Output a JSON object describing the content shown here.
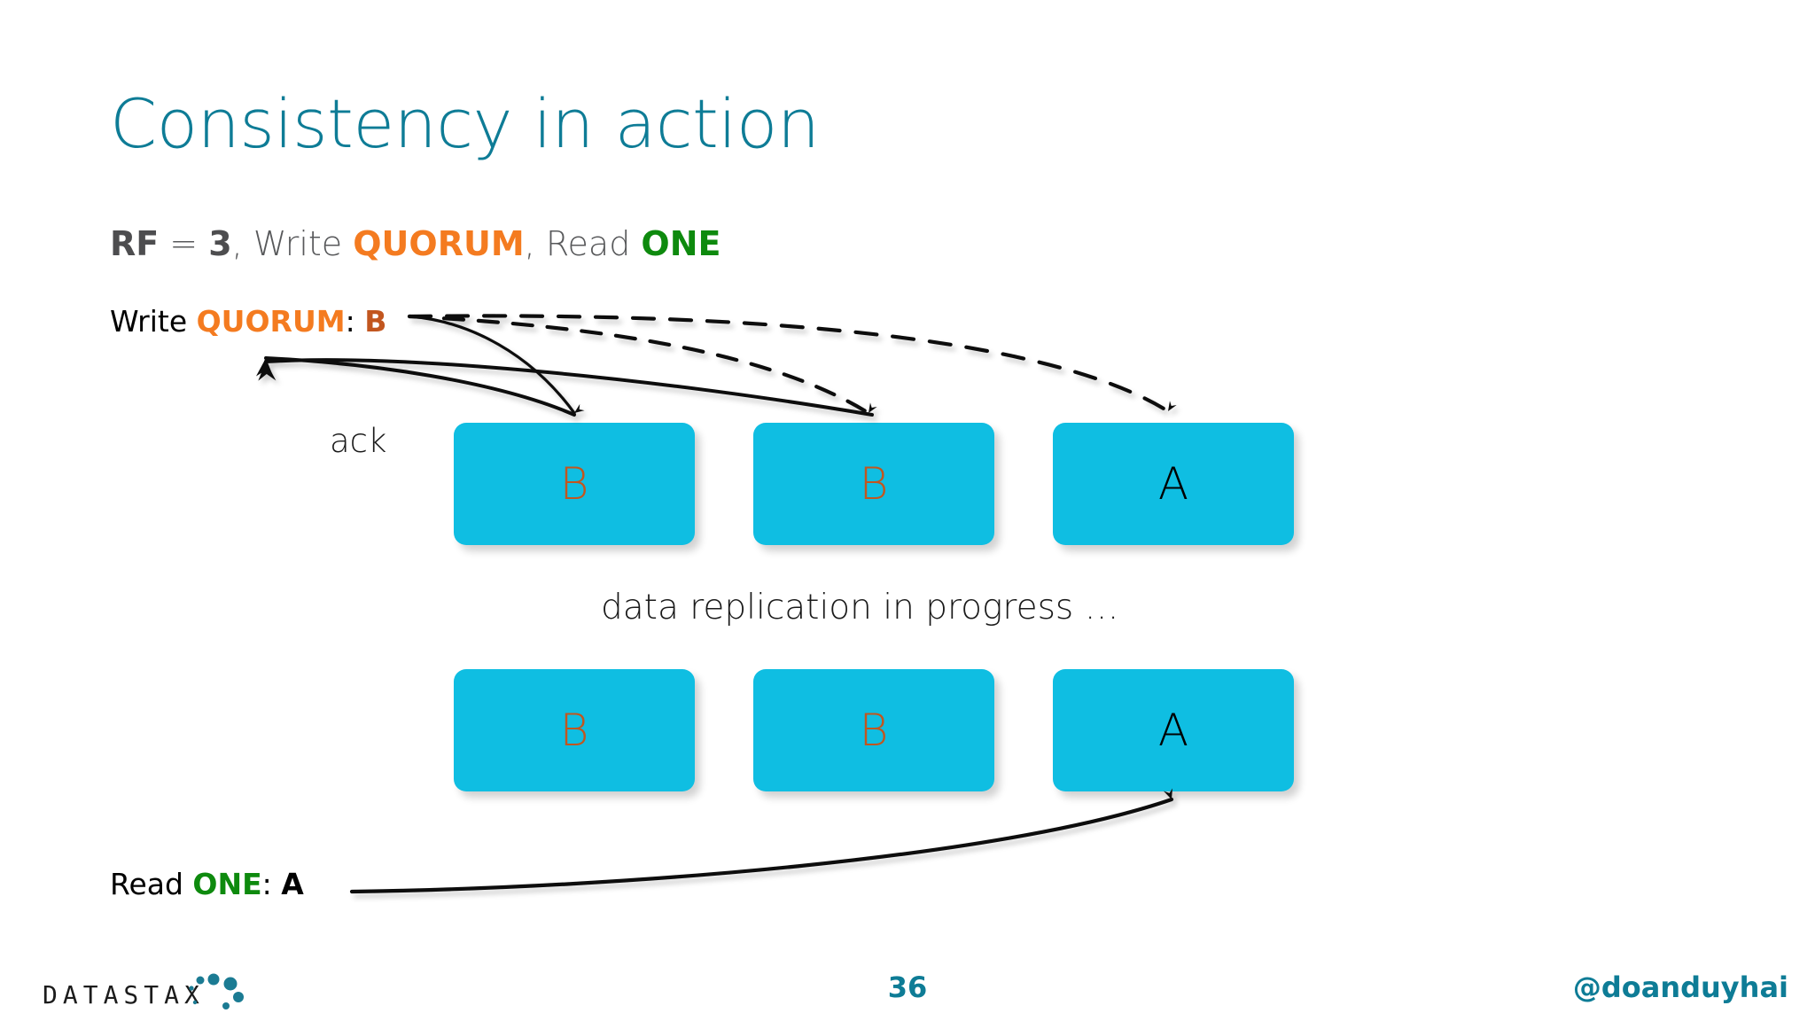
{
  "slide": {
    "title": "Consistency in action",
    "subtitle": {
      "rf_label": "RF",
      "equals": " = ",
      "rf_value": "3",
      "sep1": ", ",
      "write_label": "Write ",
      "write_level": "QUORUM",
      "sep2": ", ",
      "read_label": "Read ",
      "read_level": "ONE",
      "full_text": "RF = 3, Write QUORUM, Read ONE"
    },
    "write_request": {
      "prefix": "Write ",
      "level": "QUORUM",
      "colon": ": ",
      "value": "B",
      "full_text": "Write QUORUM: B"
    },
    "ack_label": "ack",
    "replication_text": "data replication in progress …",
    "read_request": {
      "prefix": "Read ",
      "level": "ONE",
      "colon": ": ",
      "value": "A",
      "full_text": "Read ONE: A"
    },
    "nodes_row1": [
      {
        "value": "B",
        "state": "written"
      },
      {
        "value": "B",
        "state": "written"
      },
      {
        "value": "A",
        "state": "stale"
      }
    ],
    "nodes_row2": [
      {
        "value": "B",
        "state": "written"
      },
      {
        "value": "B",
        "state": "written"
      },
      {
        "value": "A",
        "state": "stale"
      }
    ]
  },
  "footer": {
    "logo_text": "DATASTAX",
    "page_number": "36",
    "handle": "@doanduyhai"
  },
  "colors": {
    "title_teal": "#0E7C96",
    "node_cyan": "#0FBEE2",
    "quorum_orange": "#F47B20",
    "value_orange": "#C2561F",
    "one_green": "#0E8A0E",
    "subtitle_gray": "#58595B",
    "arrow_black": "#111111"
  }
}
